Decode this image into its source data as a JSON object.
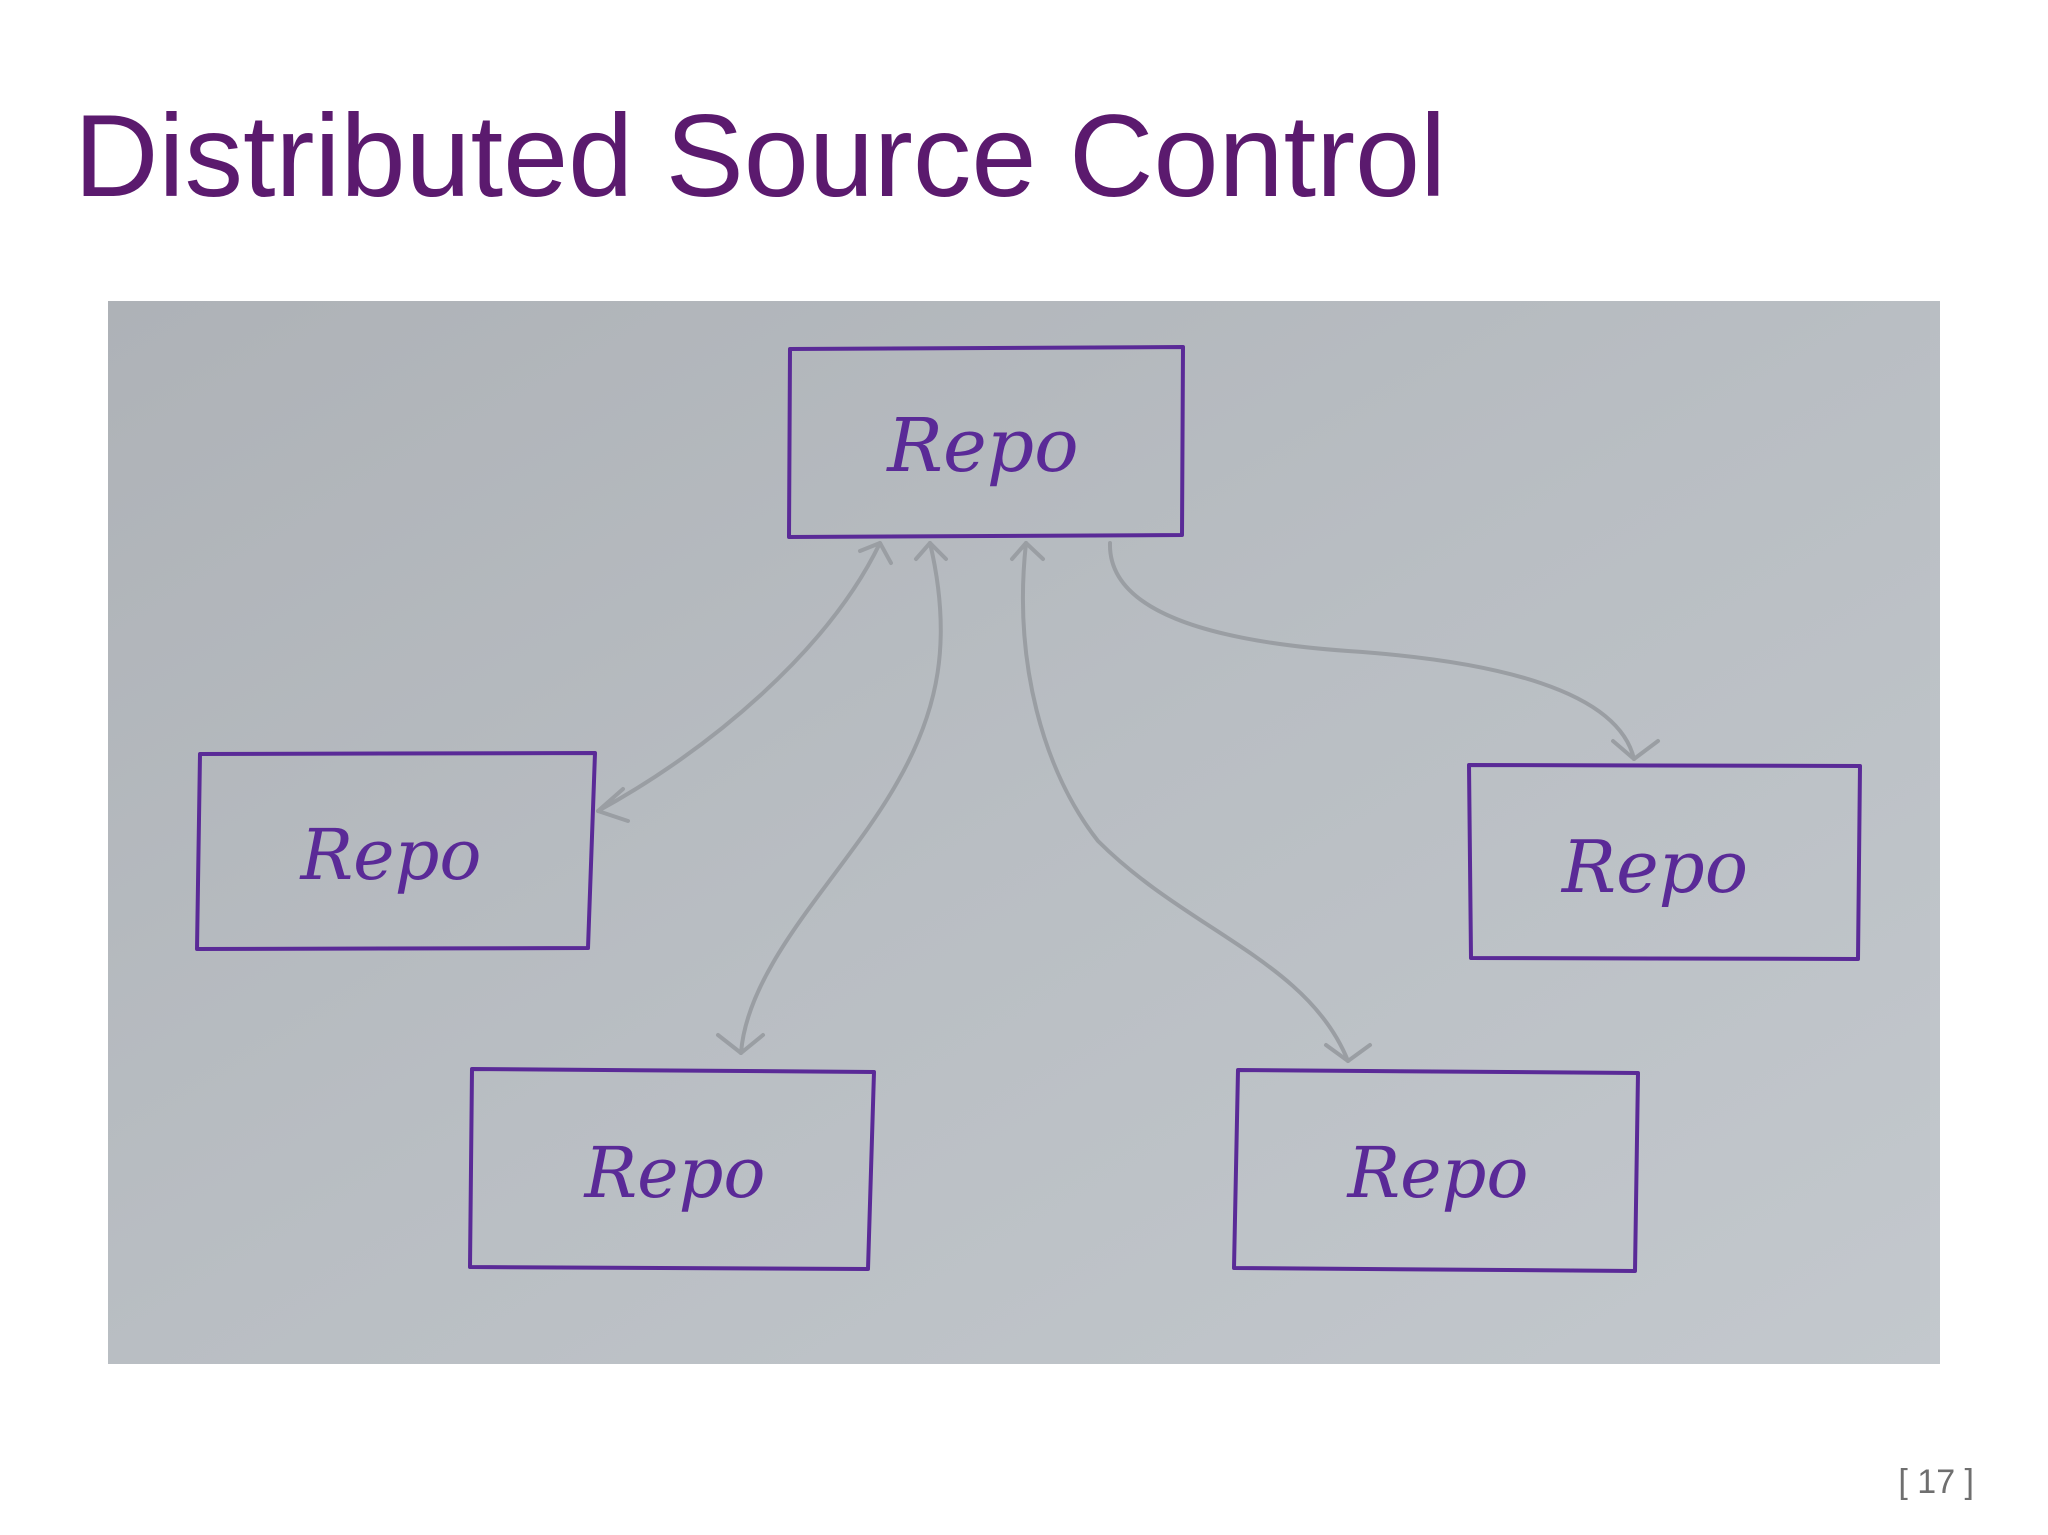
{
  "slide": {
    "title": "Distributed Source Control",
    "page_number": "[ 17 ]"
  },
  "diagram": {
    "nodes": [
      {
        "id": "central",
        "label": "Repo"
      },
      {
        "id": "left",
        "label": "Repo"
      },
      {
        "id": "bottom-left",
        "label": "Repo"
      },
      {
        "id": "bottom-right",
        "label": "Repo"
      },
      {
        "id": "right",
        "label": "Repo"
      }
    ],
    "edges": [
      {
        "from": "central",
        "to": "left",
        "direction": "both"
      },
      {
        "from": "central",
        "to": "bottom-left",
        "direction": "both"
      },
      {
        "from": "central",
        "to": "bottom-right",
        "direction": "both"
      },
      {
        "from": "central",
        "to": "right",
        "direction": "to"
      }
    ]
  },
  "colors": {
    "title": "#5b1a6e",
    "marker_ink": "#5a2a97",
    "pencil": "#9a9ea3",
    "paper": "#b7bcc1"
  }
}
